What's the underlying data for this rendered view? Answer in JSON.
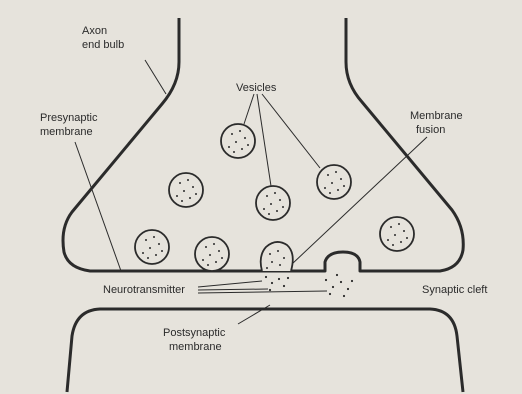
{
  "labels": {
    "axon_end_bulb_1": "Axon",
    "axon_end_bulb_2": "end bulb",
    "presynaptic_1": "Presynaptic",
    "presynaptic_2": "membrane",
    "vesicles": "Vesicles",
    "membrane_fusion_1": "Membrane",
    "membrane_fusion_2": "fusion",
    "neurotransmitter": "Neurotransmitter",
    "synaptic_cleft": "Synaptic cleft",
    "postsynaptic_1": "Postsynaptic",
    "postsynaptic_2": "membrane"
  },
  "colors": {
    "background": "#e6e3dc",
    "line": "#2b2b2b"
  }
}
